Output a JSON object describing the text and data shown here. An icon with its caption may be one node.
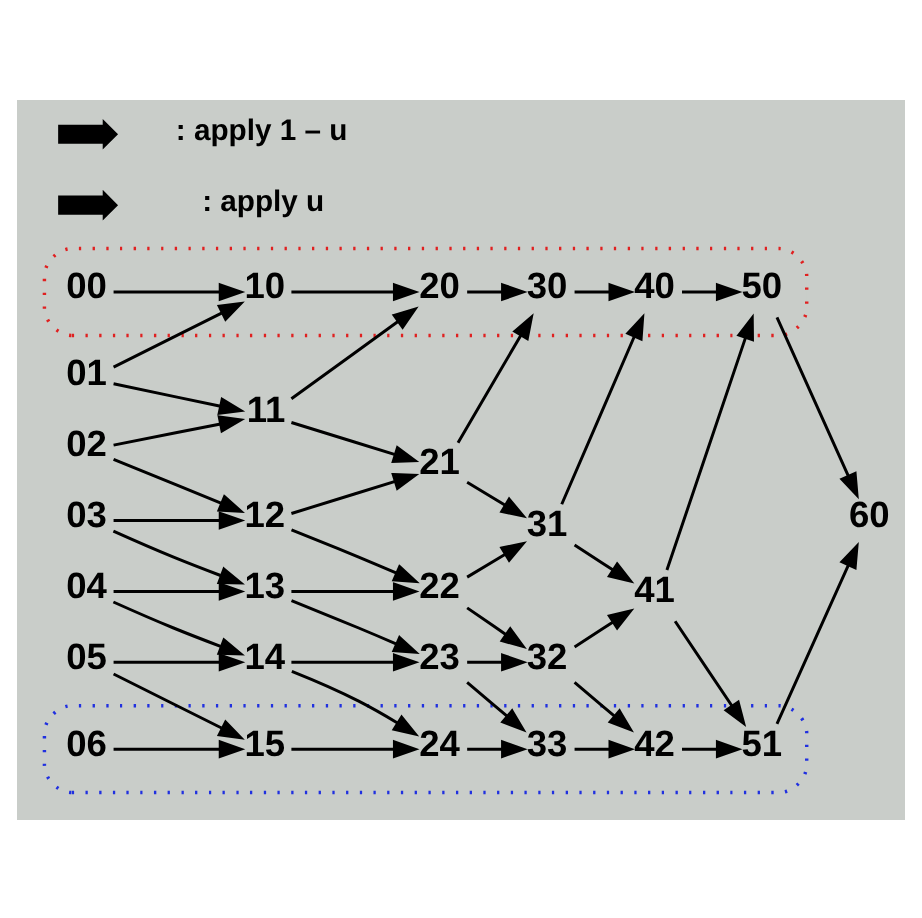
{
  "diagram": {
    "nodes": [
      {
        "text": [],
        "shape": "ellipse"
      },
      {
        "text": [],
        "shape": "ellipse"
      },
      {
        "text": [
          "00"
        ],
        "in": 0
      },
      {
        "text": [
          "01"
        ]
      },
      {
        "text": [
          "02"
        ]
      },
      {
        "text": [
          "03"
        ]
      },
      {
        "text": [
          "04"
        ]
      },
      {
        "text": [
          "05"
        ]
      },
      {
        "text": [
          "06"
        ],
        "in": 1
      },
      {
        "text": [
          "10"
        ],
        "in": 0
      },
      {
        "text": [
          "11"
        ]
      },
      {
        "text": [
          "12"
        ]
      },
      {
        "text": [
          "13"
        ]
      },
      {
        "text": [
          "14"
        ]
      },
      {
        "text": [
          "15"
        ],
        "in": 1
      },
      {
        "text": [
          "20"
        ],
        "in": 0
      },
      {
        "text": [
          "21"
        ]
      },
      {
        "text": [
          "22"
        ]
      },
      {
        "text": [
          "23"
        ]
      },
      {
        "text": [
          "24"
        ],
        "in": 1
      },
      {
        "text": [
          "30"
        ],
        "in": 0
      },
      {
        "text": [
          "31"
        ]
      },
      {
        "text": [
          "32"
        ]
      },
      {
        "text": [
          "33"
        ],
        "in": 1
      },
      {
        "text": [
          "40"
        ],
        "in": 0
      },
      {
        "text": [
          "41"
        ]
      },
      {
        "text": [
          "42"
        ],
        "in": 1
      },
      {
        "text": [
          "50"
        ],
        "in": 0
      },
      {
        "text": [
          "51"
        ],
        "in": 1
      },
      {
        "text": [
          "60"
        ]
      }
    ],
    "edges": [
      {
        "from": 2,
        "to": 9,
        "arrow": "to"
      },
      {
        "from": 3,
        "to": 9,
        "arrow": "to"
      },
      {
        "from": 3,
        "to": 10,
        "arrow": "to"
      },
      {
        "from": 4,
        "to": 10,
        "arrow": "to"
      },
      {
        "from": 4,
        "to": 11,
        "arrow": "to"
      },
      {
        "from": 5,
        "to": 11,
        "arrow": "to"
      },
      {
        "from": 5,
        "to": 12,
        "arrow": "to"
      },
      {
        "from": 6,
        "to": 12,
        "arrow": "to"
      },
      {
        "from": 6,
        "to": 13,
        "arrow": "to"
      },
      {
        "from": 7,
        "to": 13,
        "arrow": "to"
      },
      {
        "from": 7,
        "to": 14,
        "arrow": "to"
      },
      {
        "from": 8,
        "to": 14,
        "arrow": "to"
      },
      {
        "from": 9,
        "to": 15,
        "arrow": "to"
      },
      {
        "from": 10,
        "to": 15,
        "arrow": "to"
      },
      {
        "from": 10,
        "to": 16,
        "arrow": "to"
      },
      {
        "from": 11,
        "to": 16,
        "arrow": "to"
      },
      {
        "from": 11,
        "to": 17,
        "arrow": "to"
      },
      {
        "from": 12,
        "to": 17,
        "arrow": "to"
      },
      {
        "from": 12,
        "to": 18,
        "arrow": "to"
      },
      {
        "from": 13,
        "to": 18,
        "arrow": "to"
      },
      {
        "from": 13,
        "to": 19,
        "arrow": "to"
      },
      {
        "from": 14,
        "to": 19,
        "arrow": "to"
      },
      {
        "from": 15,
        "to": 20,
        "arrow": "to"
      },
      {
        "from": 16,
        "to": 20,
        "arrow": "to"
      },
      {
        "from": 16,
        "to": 21,
        "arrow": "to"
      },
      {
        "from": 17,
        "to": 21,
        "arrow": "to"
      },
      {
        "from": 17,
        "to": 22,
        "arrow": "to"
      },
      {
        "from": 18,
        "to": 22,
        "arrow": "to"
      },
      {
        "from": 18,
        "to": 23,
        "arrow": "to"
      },
      {
        "from": 19,
        "to": 23,
        "arrow": "to"
      },
      {
        "from": 20,
        "to": 24,
        "arrow": "to"
      },
      {
        "from": 21,
        "to": 24,
        "arrow": "to"
      },
      {
        "from": 21,
        "to": 25,
        "arrow": "to"
      },
      {
        "from": 22,
        "to": 25,
        "arrow": "to"
      },
      {
        "from": 22,
        "to": 26,
        "arrow": "to"
      },
      {
        "from": 23,
        "to": 26,
        "arrow": "to"
      },
      {
        "from": 24,
        "to": 27,
        "arrow": "to"
      },
      {
        "from": 25,
        "to": 27,
        "arrow": "to"
      },
      {
        "from": 25,
        "to": 28,
        "arrow": "to"
      },
      {
        "from": 26,
        "to": 28,
        "arrow": "to"
      },
      {
        "from": 27,
        "to": 29,
        "arrow": "to"
      },
      {
        "from": 28,
        "to": 29,
        "arrow": "to"
      }
    ],
    "legend": [
      {
        "text": ": apply 1 – u"
      },
      {
        "text": ": apply u"
      }
    ]
  }
}
